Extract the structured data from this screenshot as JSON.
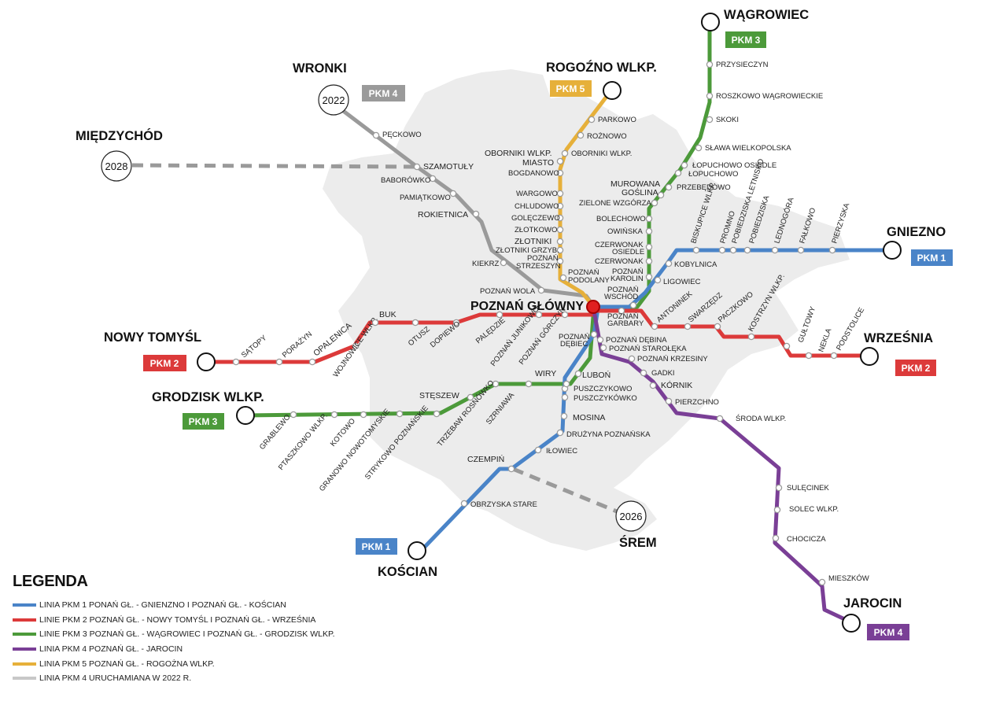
{
  "hub": {
    "name": "POZNAŃ GŁÓWNY"
  },
  "colors": {
    "pkm1": "#4a84c8",
    "pkm2": "#dc3a3a",
    "pkm3": "#4c9a3a",
    "pkm4": "#7a3f96",
    "pkm5": "#e6b03a",
    "planned": "#9a9a9a",
    "legend_planned": "#c8c8c8"
  },
  "cities": {
    "wagrowiec": "WĄGROWIEC",
    "wronki": "WRONKI",
    "rogozno": "ROGOŹNO WLKP.",
    "miedzychod": "MIĘDZYCHÓD",
    "gniezno": "GNIEZNO",
    "nowy_tomysl": "NOWY TOMYŚL",
    "wrzesnia": "WRZEŚNIA",
    "grodzisk": "GRODZISK WLKP.",
    "jarocin": "JAROCIN",
    "koscian": "KOŚCIAN",
    "srem": "ŚREM"
  },
  "badges": {
    "wagrowiec": "PKM 3",
    "wronki": "PKM 4",
    "rogozno": "PKM 5",
    "gniezno": "PKM 1",
    "nowy_tomysl": "PKM 2",
    "wrzesnia": "PKM 2",
    "grodzisk": "PKM 3",
    "jarocin": "PKM 4",
    "koscian": "PKM 1"
  },
  "years": {
    "wronki": "2022",
    "miedzychod": "2028",
    "srem": "2026"
  },
  "stations": {
    "przysieczyn": "PRZYSIECZYN",
    "roszkowo": "ROSZKOWO WĄGROWIECKIE",
    "skoki": "SKOKI",
    "slawa": "SŁAWA WIELKOPOLSKA",
    "lopuchowo_osiedle": "ŁOPUCHOWO OSIEDLE",
    "lopuchowo": "ŁOPUCHOWO",
    "przebedowo": "PRZEBĘDOWO",
    "murowana_1": "MUROWANA",
    "murowana_2": "GOŚLINA",
    "zielone_wzgorza": "ZIELONE WZGÓRZA",
    "bolechowo": "BOLECHOWO",
    "owinska": "OWIŃSKA",
    "czerwonak_osiedle_1": "CZERWONAK",
    "czerwonak_osiedle_2": "OSIEDLE",
    "czerwonak": "CZERWONAK",
    "karolin_1": "POZNAŃ",
    "karolin_2": "KAROLIN",
    "wschod_1": "POZNAŃ",
    "wschod_2": "WSCHÓD",
    "parkowo": "PARKOWO",
    "roznowo": "ROŻNOWO",
    "oborniki": "OBORNIKI WLKP.",
    "oborniki_miasto_1": "OBORNIKI WLKP.",
    "oborniki_miasto_2": "MIASTO",
    "bogdanowo": "BOGDANOWO",
    "wargowo": "WARGOWO",
    "chludowo": "CHLUDOWO",
    "goleczewo": "GOLĘCZEWO",
    "zlotkowo": "ZŁOTKOWO",
    "zlotniki": "ZŁOTNIKI",
    "zlotniki_grzyb": "ZŁOTNIKI GRZYB.",
    "strzeszyn_1": "POZNAŃ",
    "strzeszyn_2": "STRZESZYN",
    "podolany_1": "POZNAŃ",
    "podolany_2": "PODOLANY",
    "peckowo": "PĘCKOWO",
    "szamotuly": "SZAMOTUŁY",
    "baborowko": "BABORÓWKO",
    "pamiatkowo": "PAMIĄTKOWO",
    "rokietnica": "ROKIETNICA",
    "kiekrz": "KIEKRZ",
    "wola": "POZNAŃ WOLA",
    "biskupice": "BISKUPICE WLKP.",
    "promno": "PROMNO",
    "pobiedziska_letnisko": "POBIEDZISKA LETNISKO",
    "pobiedziska": "POBIEDZISKA",
    "lednogora": "LEDNOGÓRA",
    "falkowo": "FAŁKOWO",
    "pierzyska": "PIERZYSKA",
    "kobylnica": "KOBYLNICA",
    "ligowiec": "LIGOWIEC",
    "buk": "BUK",
    "satopy": "SĄTOPY",
    "porazyn": "PORAŻYN",
    "opalenica": "OPALENICA",
    "wojnowice": "WOJNOWICE WLKP.",
    "otusz": "OTUSZ",
    "dopiewo": "DOPIEWO",
    "paledzie": "PALĘDZIE",
    "junikowo": "POZNAŃ JUNIKOWO",
    "gorczyn": "POZNAŃ GÓRCZYN",
    "garbary_1": "POZNAŃ",
    "garbary_2": "GARBARY",
    "antoninek": "ANTONINEK",
    "swarzedz": "SWARZĘDZ",
    "paczkowo": "PACZKOWO",
    "kostrzyn": "KOSTRZYN WLKP.",
    "gultowy": "GUŁTOWY",
    "nekla": "NEKLA",
    "podstolice": "PODSTOLICE",
    "debiec_1": "POZNAŃ",
    "debiec_2": "DĘBIEC",
    "debina": "POZNAŃ DĘBINA",
    "staroleka": "POZNAŃ STAROŁĘKA",
    "krzesiny": "POZNAŃ KRZESINY",
    "gadki": "GADKI",
    "kornik": "KÓRNIK",
    "pierzchno": "PIERZCHNO",
    "sroda": "ŚRODA WLKP.",
    "sulecinek": "SULĘCINEK",
    "solec": "SOLEC WLKP.",
    "chocicza": "CHOCICZA",
    "mieszkow": "MIESZKÓW",
    "wiry": "WIRY",
    "lubon": "LUBOŃ",
    "puszczykowo": "PUSZCZYKOWO",
    "puszczykowko": "PUSZCZYKÓWKO",
    "mosina": "MOSINA",
    "druzyna": "DRUŻYNA POZNAŃSKA",
    "ilowiec": "IŁOWIEC",
    "czempin": "CZEMPIŃ",
    "obrzycko": "OBRZYSKA STARE",
    "steszew": "STĘSZEW",
    "szrniawa": "SZRNIAWA",
    "trzebaw": "TRZEBAW ROSNÓWKO",
    "strykowo": "STRYKOWO POZNAŃSKIE",
    "granowo": "GRANOWO NOWOTOMYSKIE",
    "kotowo": "KOTOWO",
    "ptaszkowo": "PTASZKOWO WLKP.",
    "grablewo": "GRABLEWO"
  },
  "legend": {
    "title": "LEGENDA",
    "items": [
      {
        "label": "LINIA PKM 1 PONAŃ GŁ. - GNIENZNO I POZNAŃ GŁ. - KOŚCIAN",
        "color": "#4a84c8"
      },
      {
        "label": "LINIE PKM 2 POZNAŃ GŁ. - NOWY TOMYŚL I POZNAŃ GŁ. - WRZEŚNIA",
        "color": "#dc3a3a"
      },
      {
        "label": "LINIE PKM 3 POZNAŃ GŁ. - WĄGROWIEC I POZNAŃ GŁ. -  GRODZISK WLKP.",
        "color": "#4c9a3a"
      },
      {
        "label": "LINIA PKM 4 POZNAŃ GŁ. -  JAROCIN",
        "color": "#7a3f96"
      },
      {
        "label": "LINIA PKM 5 POZNAŃ GŁ. - ROGOŻNA WLKP.",
        "color": "#e6b03a"
      },
      {
        "label": "LINIA PKM 4 URUCHAMIANA W 2022 R.",
        "color": "#c8c8c8"
      }
    ]
  }
}
